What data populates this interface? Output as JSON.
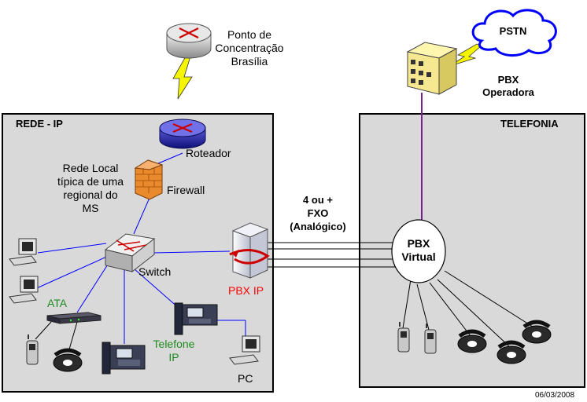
{
  "panels": {
    "rede_ip": "REDE - IP",
    "telefonia": "TELEFONIA"
  },
  "labels": {
    "ponto": [
      "Ponto de",
      "Concentração",
      "Brasília"
    ],
    "roteador": "Roteador",
    "rede_local": [
      "Rede Local",
      "típica de uma",
      "regional do",
      "MS"
    ],
    "firewall": "Firewall",
    "switch": "Switch",
    "ata": "ATA",
    "telefone_ip": [
      "Telefone",
      "IP"
    ],
    "pbx_ip": "PBX IP",
    "pc": "PC",
    "fxo": [
      "4 ou +",
      "FXO",
      "(Analógico)"
    ],
    "pbx_virtual": [
      "PBX",
      "Virtual"
    ],
    "pstn": "PSTN",
    "pbx_operadora": [
      "PBX",
      "Operadora"
    ],
    "date": "06/03/2008"
  },
  "colors": {
    "panel_fill": "#d9d9d9",
    "link_blue": "#0000ff",
    "trunk_purple": "#7a1f8f",
    "ata_green": "#1f8a1f",
    "pbx_ip_red": "#ff0000",
    "lightning_yellow": "#f5f500",
    "pstn_cloud_stroke": "#0000ff"
  },
  "icons": [
    "router-icon",
    "firewall-icon",
    "switch-icon",
    "pc-icon",
    "ata-icon",
    "ip-phone-icon",
    "analog-phone-icon",
    "cell-phone-icon",
    "pbx-server-icon",
    "pbx-building-icon",
    "cloud-icon",
    "lightning-icon"
  ]
}
